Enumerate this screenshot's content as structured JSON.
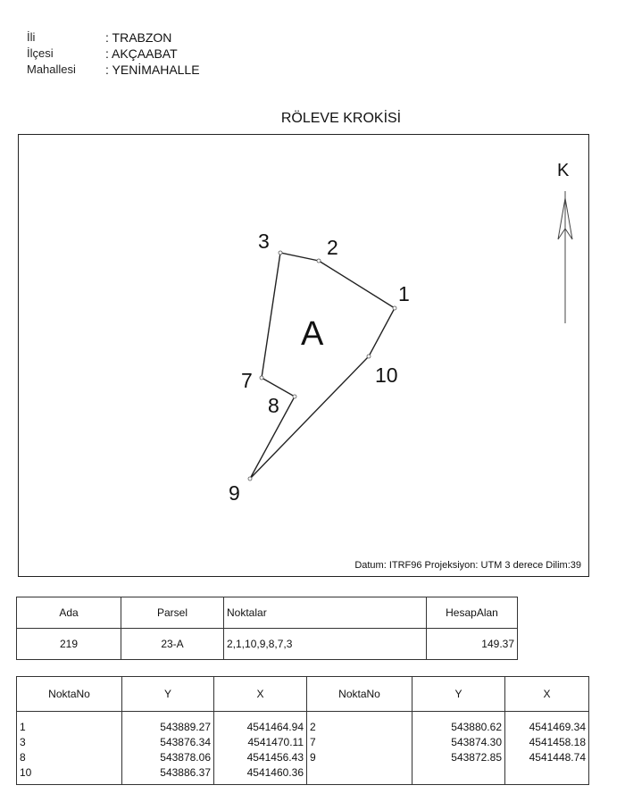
{
  "header": {
    "il": {
      "label": "İli",
      "value": ": TRABZON"
    },
    "ilce": {
      "label": "İlçesi",
      "value": ": AKÇAABAT"
    },
    "mahalle": {
      "label": "Mahallesi",
      "value": ": YENİMAHALLE"
    }
  },
  "title": "RÖLEVE KROKİSİ",
  "sketch": {
    "parcel_label": "A",
    "north_label": "K",
    "points": [
      "1",
      "2",
      "3",
      "7",
      "8",
      "9",
      "10"
    ],
    "datum": "Datum: ITRF96 Projeksiyon: UTM 3 derece Dilim:39"
  },
  "parcel_table": {
    "headers": [
      "Ada",
      "Parsel",
      "Noktalar",
      "HesapAlan"
    ],
    "row": [
      "219",
      "23-A",
      "2,1,10,9,8,7,3",
      "149.37"
    ]
  },
  "coord_table": {
    "headers": [
      "NoktaNo",
      "Y",
      "X",
      "NoktaNo",
      "Y",
      "X"
    ],
    "left": {
      "no": [
        "1",
        "3",
        "8",
        "10"
      ],
      "y": [
        "543889.27",
        "543876.34",
        "543878.06",
        "543886.37"
      ],
      "x": [
        "4541464.94",
        "4541470.11",
        "4541456.43",
        "4541460.36"
      ]
    },
    "right": {
      "no": [
        "2",
        "7",
        "9"
      ],
      "y": [
        "543880.62",
        "543874.30",
        "543872.85"
      ],
      "x": [
        "4541469.34",
        "4541458.18",
        "4541448.74"
      ]
    }
  }
}
